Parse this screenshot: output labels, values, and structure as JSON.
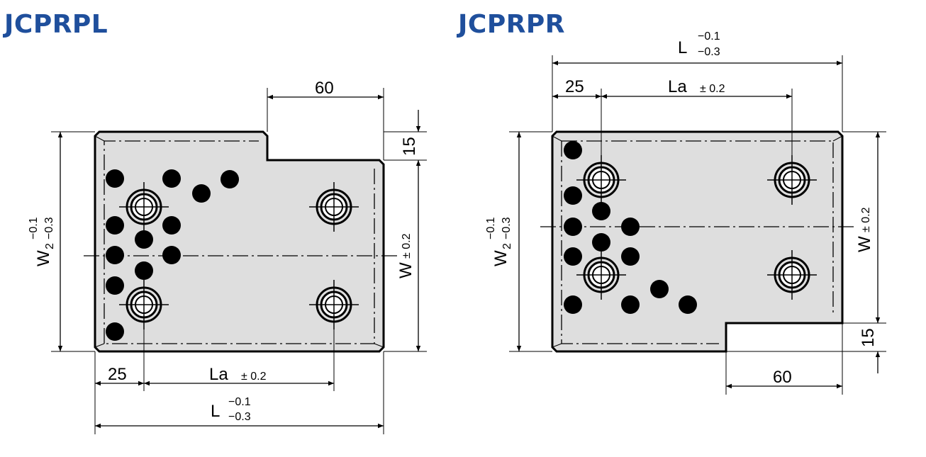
{
  "titles": {
    "left": "JCPRPL",
    "right": "JCPRPR"
  },
  "colors": {
    "title": "#1f4f9c",
    "plate": "#dedede"
  },
  "dimensions": {
    "L": "L",
    "L_upper": "−0.1",
    "L_lower": "−0.3",
    "La": "La",
    "La_tol": "± 0.2",
    "W": "W",
    "W_tol": "± 0.2",
    "W2": "W",
    "W2_sub": "2",
    "W2_upper": "−0.1",
    "W2_lower": "−0.3",
    "d25": "25",
    "d60": "60",
    "d15": "15"
  }
}
